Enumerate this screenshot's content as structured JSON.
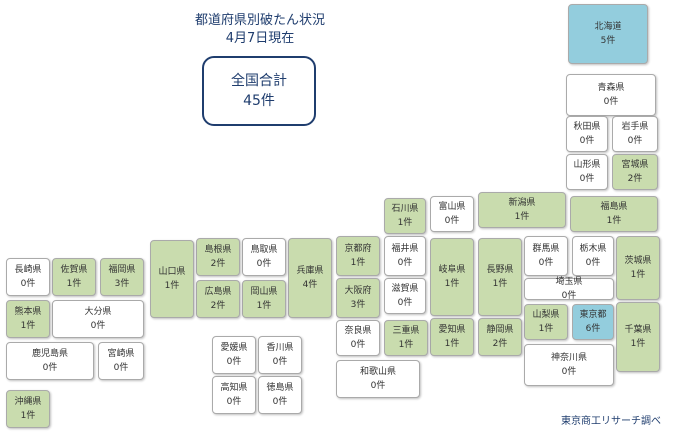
{
  "title_line1": "都道府県別破たん状況",
  "title_line2": "4月7日現在",
  "total_label": "全国合計",
  "total_value": "45件",
  "source": "東京商工リサーチ調べ",
  "legend_colors": {
    "zero": "#ffffff",
    "some": "#c9dcae",
    "highlight": "#93cddd"
  },
  "prefectures": [
    {
      "id": "hokkaido",
      "name": "北海道",
      "count": "5件"
    },
    {
      "id": "aomori",
      "name": "青森県",
      "count": "0件"
    },
    {
      "id": "akita",
      "name": "秋田県",
      "count": "0件"
    },
    {
      "id": "iwate",
      "name": "岩手県",
      "count": "0件"
    },
    {
      "id": "yamagata",
      "name": "山形県",
      "count": "0件"
    },
    {
      "id": "miyagi",
      "name": "宮城県",
      "count": "2件"
    },
    {
      "id": "niigata",
      "name": "新潟県",
      "count": "1件"
    },
    {
      "id": "fukushima",
      "name": "福島県",
      "count": "1件"
    },
    {
      "id": "ishikawa",
      "name": "石川県",
      "count": "1件"
    },
    {
      "id": "toyama",
      "name": "富山県",
      "count": "0件"
    },
    {
      "id": "kyoto",
      "name": "京都府",
      "count": "1件"
    },
    {
      "id": "fukui",
      "name": "福井県",
      "count": "0件"
    },
    {
      "id": "gifu",
      "name": "岐阜県",
      "count": "1件"
    },
    {
      "id": "nagano",
      "name": "長野県",
      "count": "1件"
    },
    {
      "id": "gunma",
      "name": "群馬県",
      "count": "0件"
    },
    {
      "id": "tochigi",
      "name": "栃木県",
      "count": "0件"
    },
    {
      "id": "ibaraki",
      "name": "茨城県",
      "count": "1件"
    },
    {
      "id": "saitama",
      "name": "埼玉県",
      "count": "0件"
    },
    {
      "id": "yamanashi",
      "name": "山梨県",
      "count": "1件"
    },
    {
      "id": "tokyo",
      "name": "東京都",
      "count": "6件"
    },
    {
      "id": "chiba",
      "name": "千葉県",
      "count": "1件"
    },
    {
      "id": "kanagawa",
      "name": "神奈川県",
      "count": "0件"
    },
    {
      "id": "shizuoka",
      "name": "静岡県",
      "count": "2件"
    },
    {
      "id": "aichi",
      "name": "愛知県",
      "count": "1件"
    },
    {
      "id": "mie",
      "name": "三重県",
      "count": "1件"
    },
    {
      "id": "shiga",
      "name": "滋賀県",
      "count": "0件"
    },
    {
      "id": "osaka",
      "name": "大阪府",
      "count": "3件"
    },
    {
      "id": "nara",
      "name": "奈良県",
      "count": "0件"
    },
    {
      "id": "wakayama",
      "name": "和歌山県",
      "count": "0件"
    },
    {
      "id": "hyogo",
      "name": "兵庫県",
      "count": "4件"
    },
    {
      "id": "tottori",
      "name": "鳥取県",
      "count": "0件"
    },
    {
      "id": "shimane",
      "name": "島根県",
      "count": "2件"
    },
    {
      "id": "okayama",
      "name": "岡山県",
      "count": "1件"
    },
    {
      "id": "hiroshima",
      "name": "広島県",
      "count": "2件"
    },
    {
      "id": "yamaguchi",
      "name": "山口県",
      "count": "1件"
    },
    {
      "id": "ehime",
      "name": "愛媛県",
      "count": "0件"
    },
    {
      "id": "kagawa",
      "name": "香川県",
      "count": "0件"
    },
    {
      "id": "kochi",
      "name": "高知県",
      "count": "0件"
    },
    {
      "id": "tokushima",
      "name": "徳島県",
      "count": "0件"
    },
    {
      "id": "fukuoka",
      "name": "福岡県",
      "count": "3件"
    },
    {
      "id": "saga",
      "name": "佐賀県",
      "count": "1件"
    },
    {
      "id": "nagasaki",
      "name": "長崎県",
      "count": "0件"
    },
    {
      "id": "oita",
      "name": "大分県",
      "count": "0件"
    },
    {
      "id": "kumamoto",
      "name": "熊本県",
      "count": "1件"
    },
    {
      "id": "miyazaki",
      "name": "宮崎県",
      "count": "0件"
    },
    {
      "id": "kagoshima",
      "name": "鹿児島県",
      "count": "0件"
    },
    {
      "id": "okinawa",
      "name": "沖縄県",
      "count": "1件"
    }
  ]
}
